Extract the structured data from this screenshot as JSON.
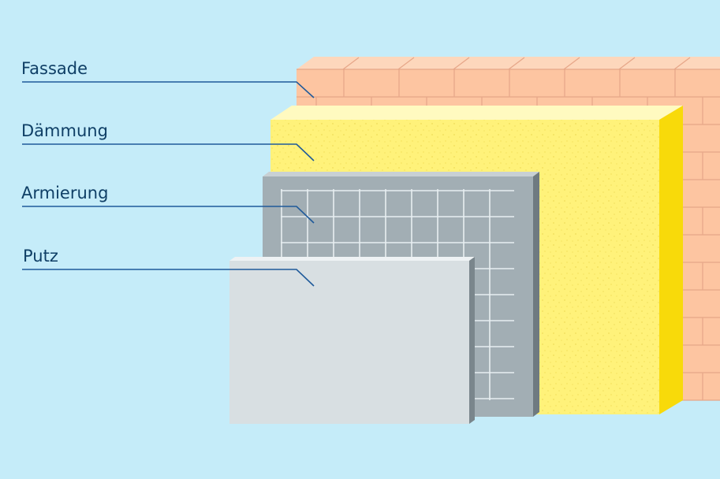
{
  "layers": [
    {
      "id": "fassade",
      "label": "Fassade"
    },
    {
      "id": "daemmung",
      "label": "Dämmung"
    },
    {
      "id": "armierung",
      "label": "Armierung"
    },
    {
      "id": "putz",
      "label": "Putz"
    }
  ],
  "colors": {
    "background": "#c5ecf9",
    "brick": "#fdc5a1",
    "brick_mortar": "#e6a688",
    "insulation": "#fff27a",
    "insulation_top": "#fffac0",
    "insulation_side": "#f8da0a",
    "mesh_board": "#a2aeb4",
    "mesh_lines": "#e8eef1",
    "plaster": "#d8dfe2",
    "leader_line": "#1f5a9a",
    "label_text": "#0f3f66"
  }
}
